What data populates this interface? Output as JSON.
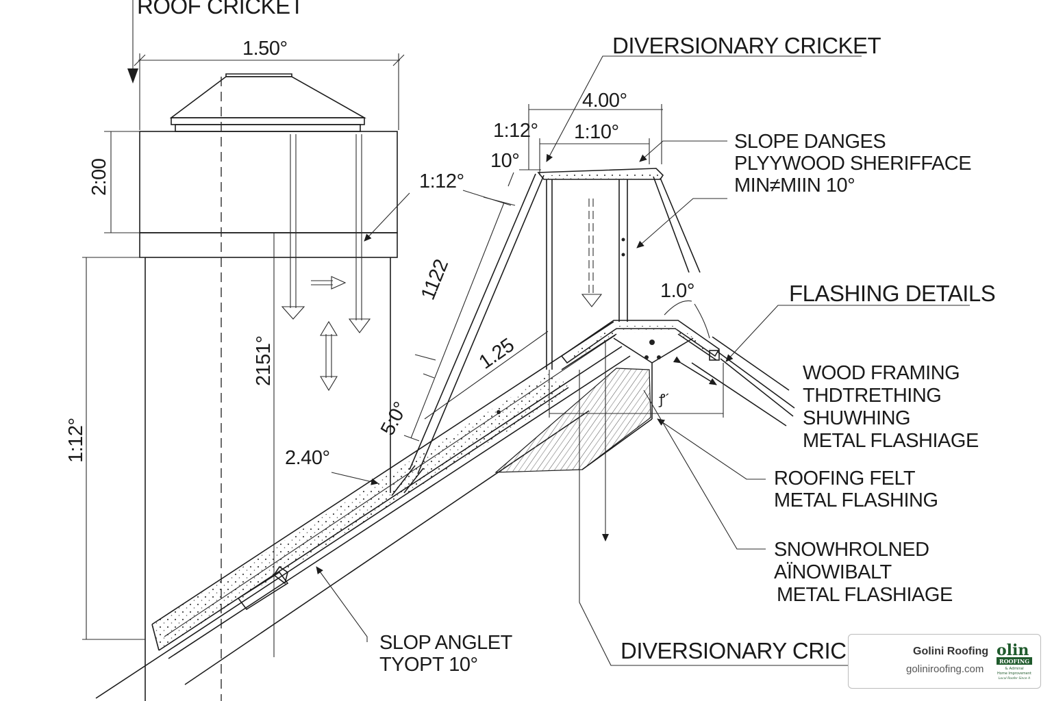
{
  "labels": {
    "roof_cricket": "ROOF CRICKET",
    "diversionary_cricket_top": "DIVERSIONARY CRICKET",
    "slope_note": [
      "SLOPE DANGES",
      "PLYYWOOD SHERIFFACE",
      "MIN≠MIIN 10°"
    ],
    "flashing_details": "FLASHING DETAILS",
    "framing_note": [
      "WOOD FRAMING",
      "THDTRETHING",
      "SHUWHING",
      "METAL FLASHIAGE"
    ],
    "felt_note": [
      "ROOFING FELT",
      "METAL FLASHING"
    ],
    "snow_note": [
      "SNOWHROLNED",
      "AЇNOWIBALT",
      "METAL FLASHIAGE"
    ],
    "slope_angle_note": [
      "SLOP ANGLET",
      "TYOPT 10°"
    ],
    "diversionary_cricket_bottom": "DIVERSIONARY CRICKE"
  },
  "dimensions": {
    "top_width": "1.50°",
    "box_height": "2:00",
    "cricket_width": "4.00°",
    "left_ratio": "1:12°",
    "right_ratio": "1:10°",
    "small_angle": "10°",
    "mid_ratio": "1:12°",
    "slope_length": "1122",
    "diagonal": "1.25",
    "vertical_dim": "2151°",
    "lower_slope": "5:0°",
    "base_angle": "2.40°",
    "left_long": "1:12°",
    "flashing_angle": "1.0°"
  },
  "badge": {
    "name": "Golini Roofing",
    "url": "goliniroofing.com",
    "logo_word": "olin",
    "logo_sub": "ROOFING",
    "logo_fine1": "& Admiral",
    "logo_fine2": "Home Improvement",
    "logo_fine3": "Local Roofer Since A",
    "logo_color": "#1f5a2c"
  }
}
